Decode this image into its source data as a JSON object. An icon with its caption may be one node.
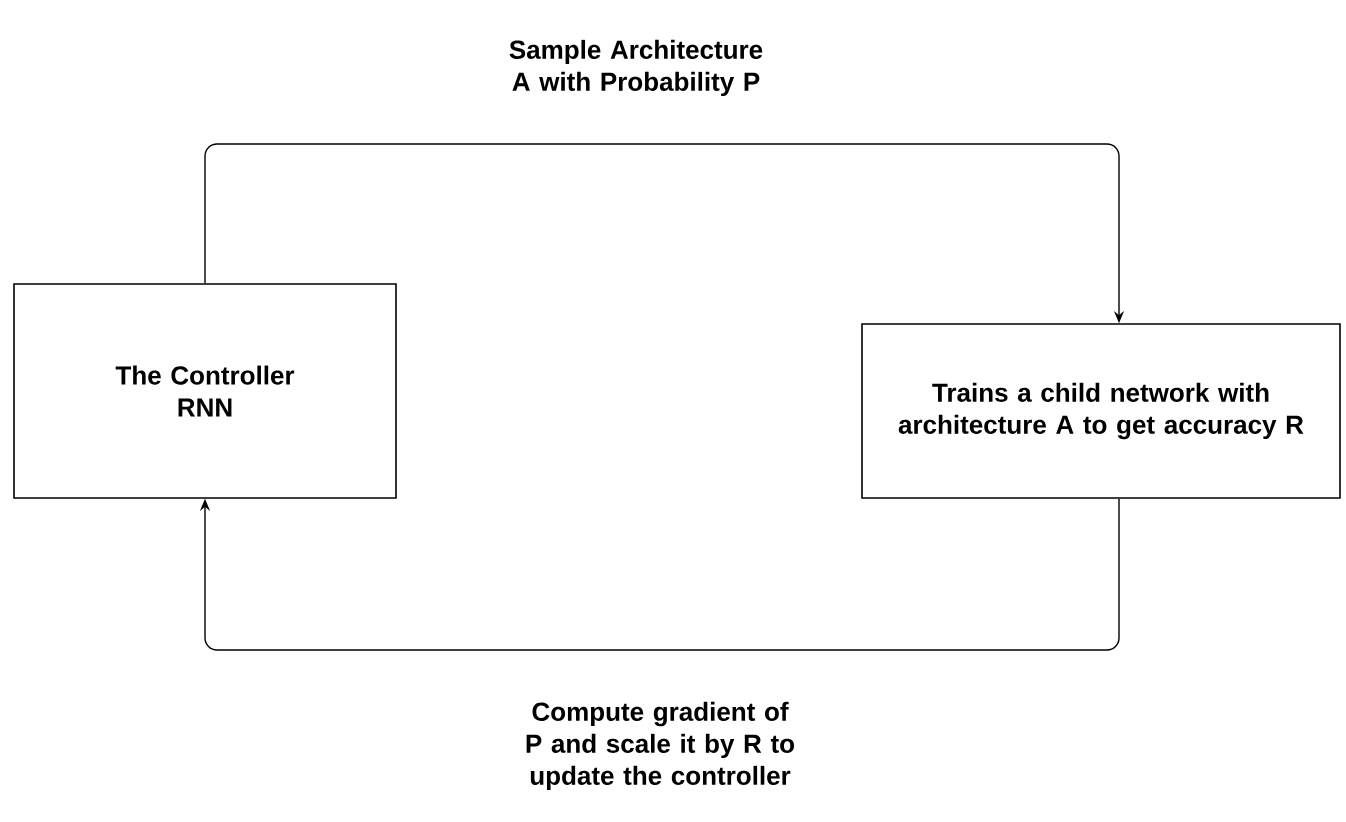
{
  "diagram": {
    "nodes": [
      {
        "text": [
          "The Controller RNN"
        ]
      },
      {
        "text": [
          "Trains a child network with architecture A to get accuracy R"
        ]
      }
    ],
    "edges": [
      {
        "from": 0,
        "to": 1,
        "arrow": "to",
        "label": "Sample Architecture A with Probability P"
      },
      {
        "from": 1,
        "to": 0,
        "arrow": "to",
        "label": "Compute gradient of P and scale it by R to update the controller"
      }
    ]
  }
}
